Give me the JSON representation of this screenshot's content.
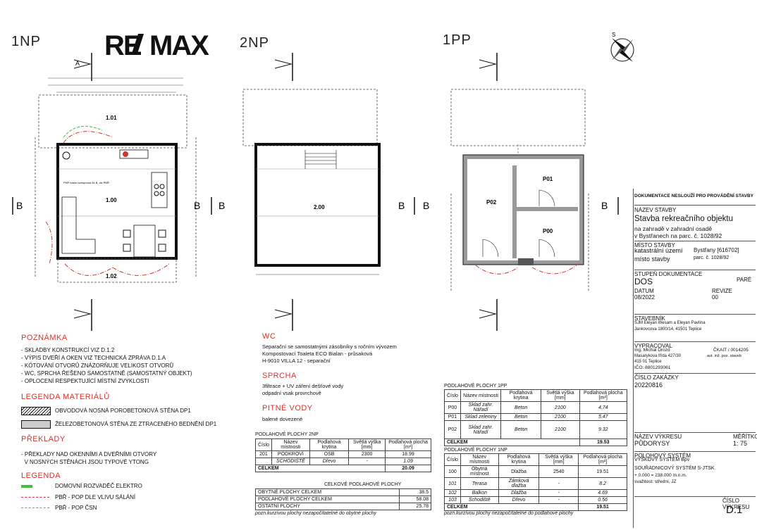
{
  "header": {
    "floor_1np": "1NP",
    "floor_2np": "2NP",
    "floor_1pp": "1PP",
    "logo": "RE/MAX"
  },
  "plan_labels": {
    "section_a": "A",
    "section_b": "B",
    "room_1np_101": "1.01",
    "room_1np_100": "1.00",
    "room_1np_102": "1.02",
    "room_2np_200": "2.00",
    "room_1pp_p02": "P02",
    "room_1pp_p01": "P01",
    "room_1pp_p00": "P00",
    "php_note": "PHP\nhasicí schopnost 34 B, viz PBŘ"
  },
  "notes": {
    "poznamka_title": "POZNÁMKA",
    "poznamka_items": [
      "- SKLADBY KONSTRUKCÍ VIZ D.1.2",
      "- VÝPIS DVEŘÍ A OKEN VIZ TECHNICKÁ ZPRÁVA D.1.A",
      "- KÓTOVÁNÍ OTVORŮ ZNÁZORŇUJE VELIKOST OTVORŮ",
      "- WC, SPRCHA ŘEŠENO SAMOSTATNĚ (SAMOSTATNÝ OBJEKT)",
      "- OPLOCENÍ RESPEKTUJÍCÍ MÍSTNÍ ZVYKLOSTI"
    ],
    "legenda_mat_title": "LEGENDA MATERIÁLŮ",
    "legenda_mat_items": [
      "OBVODOVÁ NOSNÁ POROBETONOVÁ STĚNA DP1",
      "ŽELEZOBETONOVÁ STĚNA ZE ZTRACENÉHO BEDNĚNÍ DP1"
    ],
    "preklady_title": "PŘEKLADY",
    "preklady_items": [
      "- PŘEKLADY NAD OKENNÍMI A DVEŘNÍMI OTVORY",
      "  V NOSNÝCH STĚNÁCH JSOU TYPOVÉ YTONG"
    ],
    "legenda_title": "LEGENDA",
    "legenda_items": [
      "DOMOVNÍ ROZVADĚČ ELEKTRO",
      "PBŘ - POP DLE VLIVU SÁLÁNÍ",
      "PBŘ - POP ČSN"
    ],
    "wc_title": "WC",
    "wc_items": [
      "Separační se samostatnými zásobníky s ročním vývozem",
      "Kompostovací Toaleta ECO Bialan - průsaková",
      "H-9010 VILLA 12 - separační"
    ],
    "sprcha_title": "SPRCHA",
    "sprcha_items": [
      "3filtrace + UV záření dešťové vody",
      "odpadní vsak provrchově"
    ],
    "pitne_title": "PITNÉ VODY",
    "pitne_items": [
      "balené dovezené"
    ]
  },
  "table_2np": {
    "title": "PODLAHOVÉ PLOCHY 2NP",
    "headers": [
      "Číslo",
      "Název místnosti",
      "Podlahová krytina",
      "Světlá výška [mm]",
      "Podlahová plocha [m²]"
    ],
    "rows": [
      [
        "201",
        "PODKROVÍ",
        "OSB",
        "2300",
        "18.99"
      ],
      [
        "",
        "SCHODIŠTĚ",
        "Dřevo",
        "-",
        "1.09"
      ]
    ],
    "total_label": "CELKEM",
    "total_value": "20.09"
  },
  "table_total": {
    "title": "CELKOVÉ PODLAHOVÉ PLOCHY",
    "rows": [
      [
        "OBYTNÉ PLOCHY CELKEM",
        "38.5"
      ],
      [
        "PODLAHOVÉ PLOCHY CELKEM",
        "58.08"
      ],
      [
        "OSTATNÍ PLOCHY",
        "25.78"
      ]
    ],
    "footnote": "pozn.kurzívou plochy nezapočítatelné do obytné plochy"
  },
  "table_1pp": {
    "title": "PODLAHOVÉ PLOCHY 1PP",
    "headers": [
      "Číslo",
      "Název místnosti",
      "Podlahová krytina",
      "Světlá výška [mm]",
      "Podlahová plocha [m²]"
    ],
    "rows": [
      [
        "P00",
        "Sklad zahr. Nářadí",
        "Beton",
        "2100",
        "4.74"
      ],
      [
        "P01",
        "Sklad zeleniny",
        "Beton",
        "2100",
        "5.47"
      ],
      [
        "P02",
        "Sklad zahr. Nářadí",
        "Beton",
        "2100",
        "9.32"
      ]
    ],
    "total_label": "CELKEM",
    "total_value": "19.53"
  },
  "table_1np": {
    "title": "PODLAHOVÉ PLOCHY 1NP",
    "headers": [
      "Číslo",
      "Název místnosti",
      "Podlahová krytina",
      "Světlá výška [mm]",
      "Podlahová plocha [m²]"
    ],
    "rows": [
      [
        "100",
        "Obytná místnost",
        "Dlažba",
        "2540",
        "19.51"
      ],
      [
        "101",
        "Terasa",
        "Zámková dlažba",
        "-",
        "8.2"
      ],
      [
        "102",
        "Balkon",
        "Dlažba",
        "-",
        "4.69"
      ],
      [
        "103",
        "Schodiště",
        "Dřevo",
        "-",
        "0.56"
      ]
    ],
    "total_label": "CELKEM",
    "total_value": "19.51",
    "footnote": "pozn.kurzívou plochy nezapočítatelné do podlahové plochy"
  },
  "title_block": {
    "disclaimer": "DOKUMENTACE NESLOUŽÍ PRO PROVÁDĚNÍ STAVBY",
    "nazev_label": "NÁZEV STAVBY",
    "nazev_line1": "Stavba rekreačního objektu",
    "nazev_line2": "na zahradě  v zahradní osadě",
    "nazev_line3": "v Bystřanech na parc. č. 1028/92",
    "misto_label": "MÍSTO STAVBY",
    "ku_label": "katastrální území",
    "ku_value": "Bystřany [616702]",
    "misto_value_label": "místo stavby",
    "misto_value": "parc. č. 1028/92",
    "stupen_label": "STUPEŇ DOKUMENTACE",
    "pare_label": "PARÉ",
    "stupen_value": "DOS",
    "datum_label": "DATUM",
    "revize_label": "REVIZE",
    "datum_value": "08/2022",
    "revize_value": "00",
    "stavebnik_label": "STAVEBNÍK",
    "stavebnik_line1": "SJM Eleyan Wesam a Eleyan Pavlína",
    "stavebnik_line2": "Jankovcova 1800/14, 41501 Teplice",
    "vypracoval_label": "VYPRACOVAL",
    "vypracoval_line1": "Ing. Michal Drozd",
    "vypracoval_line2": "Masarykova třída 427/30",
    "vypracoval_line3": "415 01 Teplice",
    "vypracoval_line4": "IČO: 8801293061",
    "ckait": "ČKAIT / 0014205",
    "ckait_obor": "aut. inž. poz. staveb",
    "cislo_zakazky_label": "ČÍSLO ZAKÁZKY",
    "cislo_zakazky": "20220816",
    "vykres_label": "NÁZEV VÝKRESU",
    "meritko_label": "MĚŘÍTKO",
    "vykres_value": "PŮDORYSY",
    "meritko_value": "1: 75",
    "polohovy_label": "POLOHOVÝ SYSTÉM",
    "vyskovy": "VÝŠKOVÝ SYSTÉM Bpv",
    "souradnicovy": "SOUŘADNICOVÝ SYSTÉM S-JTSK",
    "vyska": "+ 0.000 = 238.000 m.n.m.",
    "svazitost": "svažitost: střední, JZ",
    "cislo_vykresu_label": "ČÍSLO VÝKRESU",
    "cislo_vykresu": "D.1"
  },
  "colors": {
    "accent_red": "#d8332a",
    "wall_hatch": "#333333",
    "concrete": "#cccccc",
    "legend_green": "#3fbf3f"
  },
  "icons": {
    "compass": "north-arrow-icon"
  }
}
